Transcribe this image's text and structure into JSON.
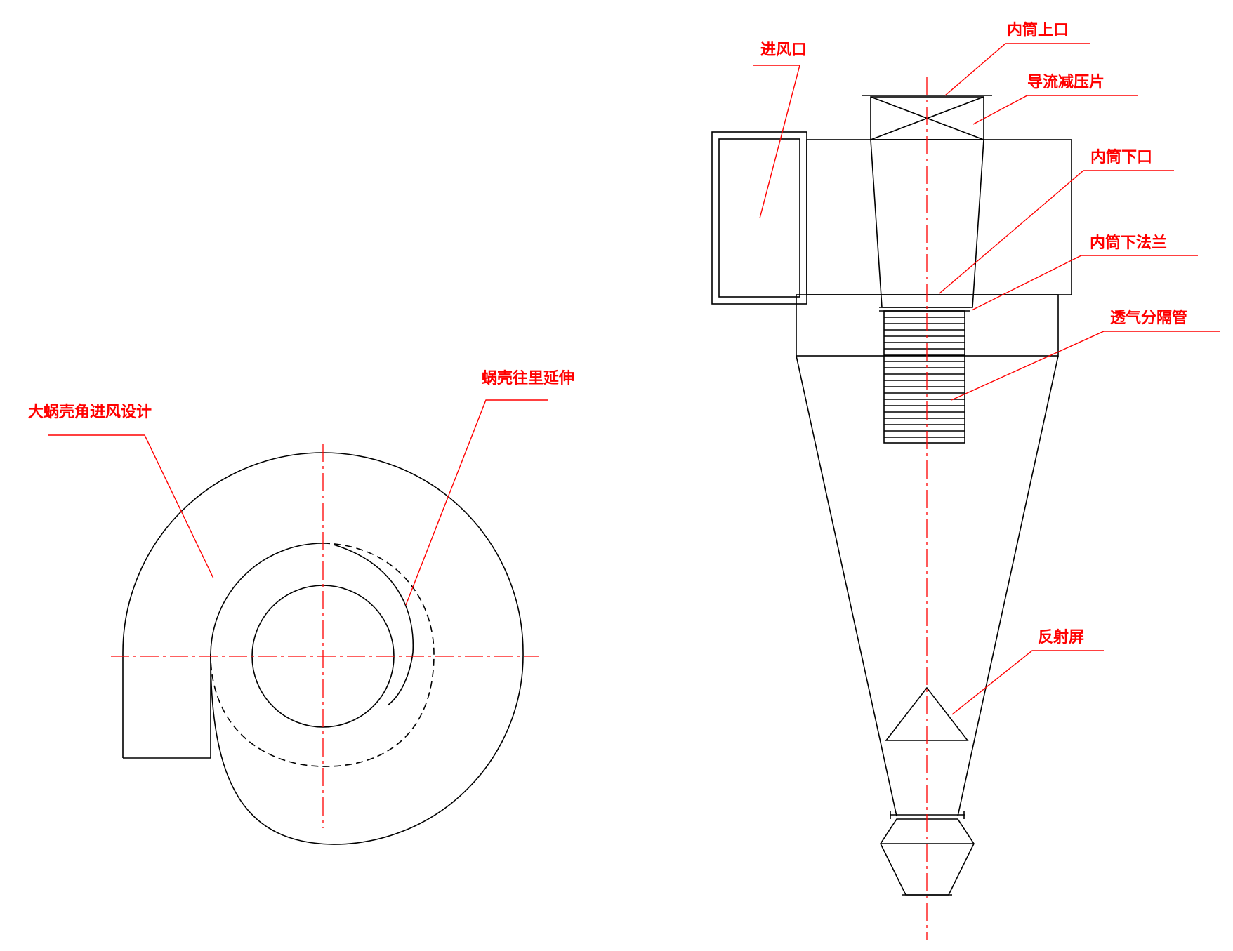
{
  "labels": {
    "big_volute_inlet": "大蜗壳角进风设计",
    "volute_extend_inward": "蜗壳往里延伸",
    "air_inlet": "进风口",
    "inner_tube_top": "内筒上口",
    "guide_pressure_plate": "导流减压片",
    "inner_tube_bottom": "内筒下口",
    "inner_tube_bottom_flange": "内筒下法兰",
    "breathable_separator_tube": "透气分隔管",
    "reflector_screen": "反射屏"
  },
  "colors": {
    "outline": "#000000",
    "annotation": "#ff0000"
  }
}
